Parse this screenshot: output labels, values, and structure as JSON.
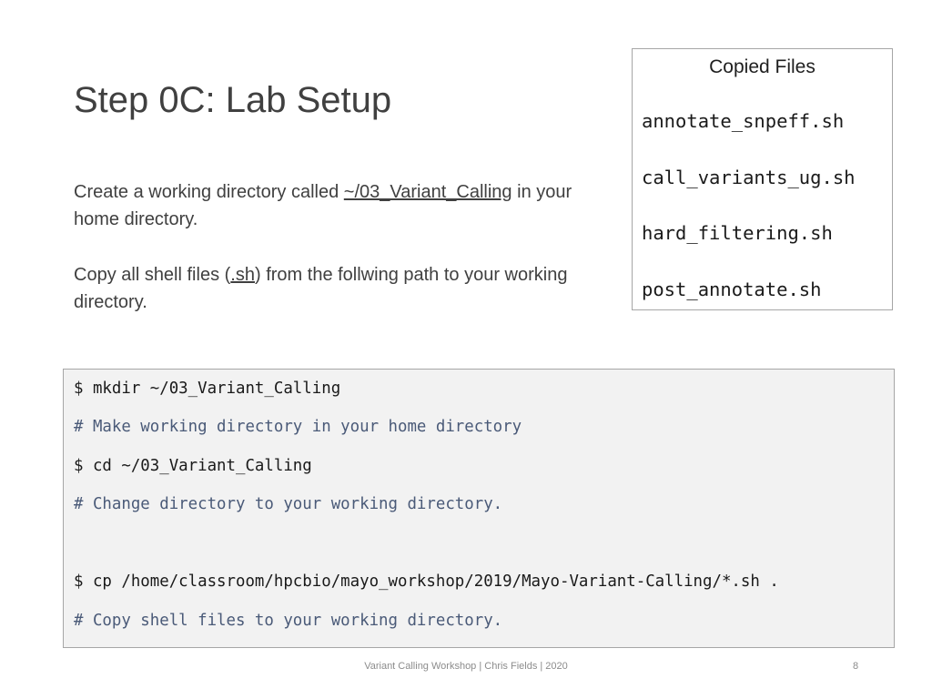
{
  "slide": {
    "title": "Step 0C: Lab Setup",
    "paragraph1": {
      "before": "Create a working directory called ",
      "highlight": "~/03_Variant_Calling",
      "after": " in your home directory."
    },
    "paragraph2": {
      "before": "Copy all shell files (",
      "highlight": ".sh",
      "after": ") from the follwing path to your working directory."
    }
  },
  "copied_files": {
    "heading": "Copied Files",
    "files": [
      "annotate_snpeff.sh",
      "call_variants_ug.sh",
      "hard_filtering.sh",
      "post_annotate.sh"
    ]
  },
  "code_block": {
    "lines": [
      {
        "kind": "command",
        "text": "$ mkdir ~/03_Variant_Calling"
      },
      {
        "kind": "comment",
        "text": "# Make working directory in your home directory"
      },
      {
        "kind": "command",
        "text": "$ cd ~/03_Variant_Calling"
      },
      {
        "kind": "comment",
        "text": "# Change directory to your working directory."
      },
      {
        "kind": "command",
        "text": "$ cp /home/classroom/hpcbio/mayo_workshop/2019/Mayo-Variant-Calling/*.sh ."
      },
      {
        "kind": "comment",
        "text": "# Copy shell files to your working directory."
      }
    ]
  },
  "footer": {
    "text": "Variant Calling Workshop | Chris Fields | 2020",
    "page_number": "8"
  }
}
